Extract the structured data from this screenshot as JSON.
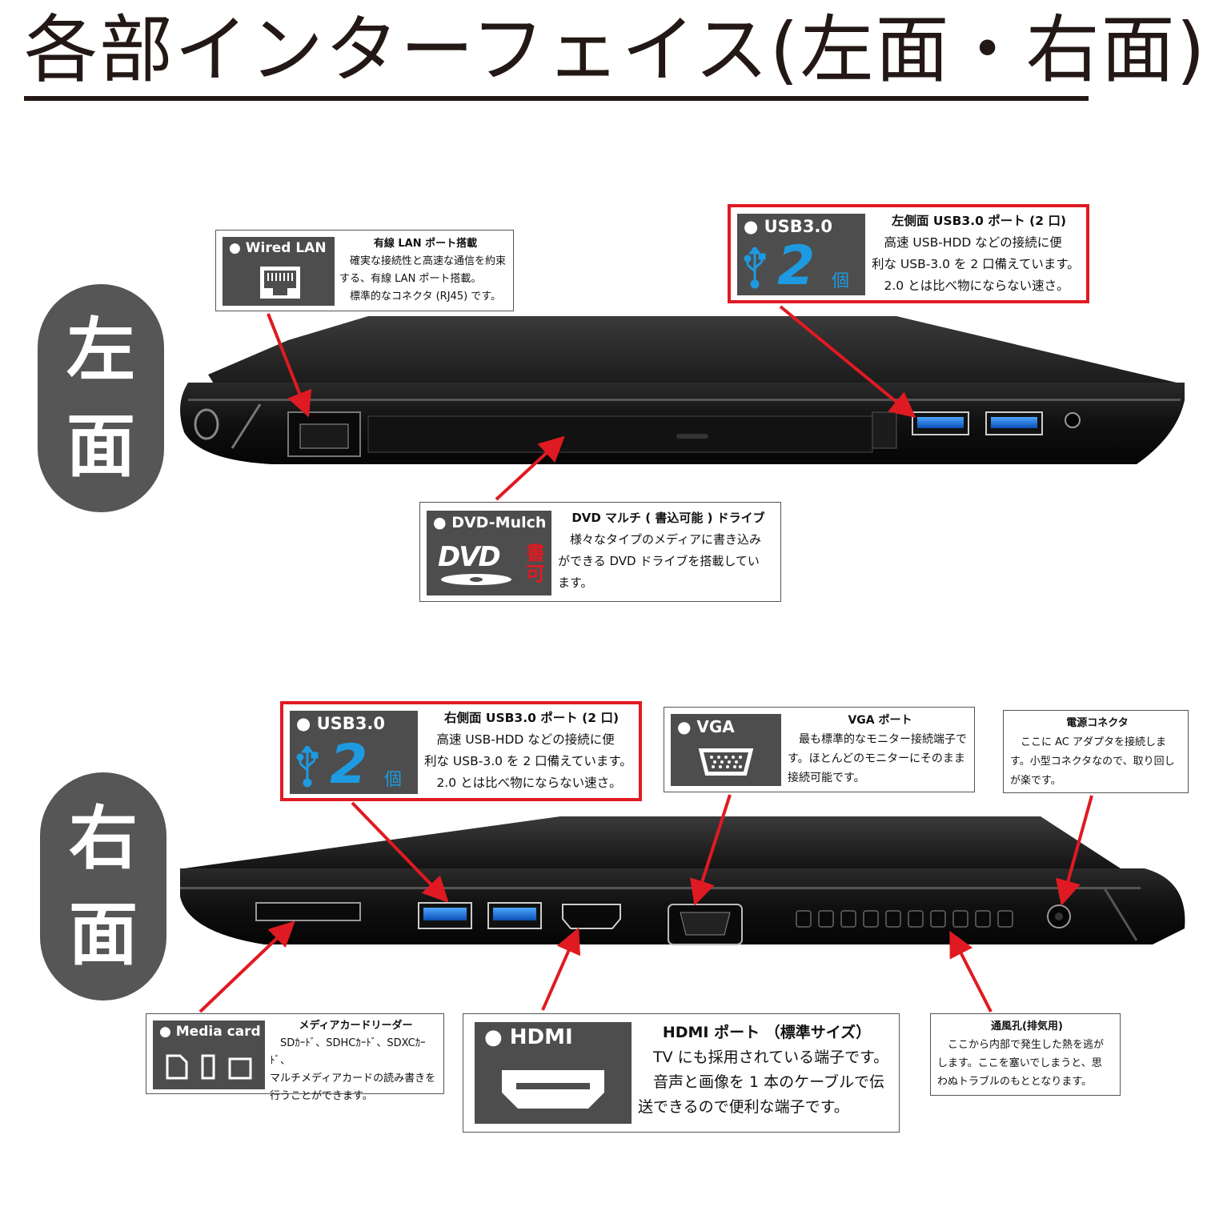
{
  "title": "各部インターフェイス(左面・右面)",
  "left_side": {
    "label_top": "左",
    "label_bottom": "面",
    "wired_lan": {
      "tile_label": "● Wired LAN",
      "heading": "有線 LAN ポート搭載",
      "lines": [
        "確実な接続性と高速な通信を約束",
        "する、有線 LAN ポート搭載。",
        "標準的なコネクタ (RJ45) です。"
      ]
    },
    "usb": {
      "tile_label": "● USB3.0",
      "count": "2",
      "unit": "個",
      "heading": "左側面 USB3.0 ポート (2 口)",
      "lines": [
        "高速 USB-HDD などの接続に便",
        "利な USB-3.0 を 2 口備えています。",
        "2.0 とは比べ物にならない速さ。"
      ]
    },
    "dvd": {
      "tile_label": "● DVD-Mulch",
      "logo_text": "DVD",
      "write_char_1": "書",
      "write_char_2": "可",
      "heading": "DVD マルチ ( 書込可能 ) ドライブ",
      "lines": [
        "様々なタイプのメディアに書き込み",
        "ができる DVD ドライブを搭載してい",
        "ます。"
      ]
    }
  },
  "right_side": {
    "label_top": "右",
    "label_bottom": "面",
    "usb": {
      "tile_label": "● USB3.0",
      "count": "2",
      "unit": "個",
      "heading": "右側面 USB3.0 ポート (2 口)",
      "lines": [
        "高速 USB-HDD などの接続に便",
        "利な USB-3.0 を 2 口備えています。",
        "2.0 とは比べ物にならない速さ。"
      ]
    },
    "vga": {
      "tile_label": "● VGA",
      "heading": "VGA ポート",
      "lines": [
        "最も標準的なモニター接続端子で",
        "す。ほとんどのモニターにそのまま",
        "接続可能です。"
      ]
    },
    "power": {
      "heading": "電源コネクタ",
      "lines": [
        "ここに AC アダプタを接続しま",
        "す。小型コネクタなので、取り回し",
        "が楽です。"
      ]
    },
    "media_card": {
      "tile_label": "● Media card",
      "heading": "メディアカードリーダー",
      "lines": [
        "SDｶｰﾄﾞ、SDHCｶｰﾄﾞ、SDXCｶｰﾄﾞ、",
        "マルチメディアカードの読み書きを",
        "行うことができます。"
      ]
    },
    "hdmi": {
      "tile_label": "● HDMI",
      "heading": "HDMI ポート （標準サイズ）",
      "lines": [
        "TV にも採用されている端子です。",
        "音声と画像を 1 本のケーブルで伝",
        "送できるので便利な端子です。"
      ]
    },
    "vent": {
      "heading": "通風孔(排気用)",
      "lines": [
        "ここから内部で発生した熱を逃が",
        "します。ここを塞いでしまうと、思",
        "わぬトラブルのもととなります。"
      ]
    }
  },
  "colors": {
    "accent_red": "#e01a22",
    "usb_blue": "#1e9ae0",
    "tile_gray": "#4d4d4d",
    "pill_gray": "#565656"
  }
}
